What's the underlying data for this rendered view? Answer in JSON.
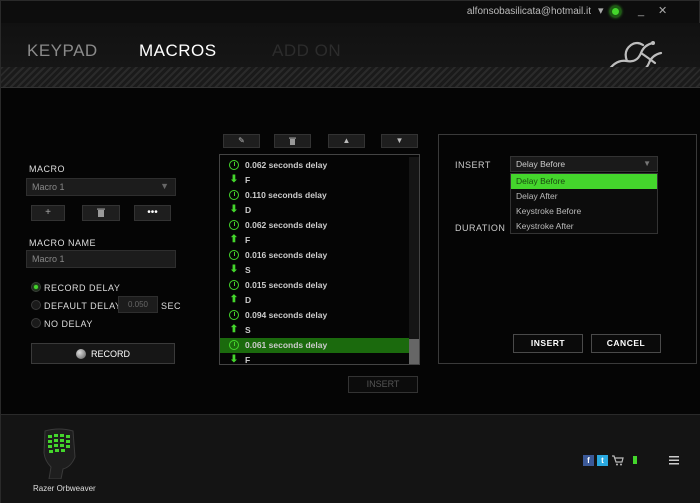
{
  "account": {
    "email": "alfonsobasilicata@hotmail.it"
  },
  "window_controls": {
    "minimize": "_",
    "close": "✕"
  },
  "nav": {
    "tabs": [
      {
        "label": "KEYPAD"
      },
      {
        "label": "MACROS",
        "active": true
      },
      {
        "label": "ADD ON"
      }
    ]
  },
  "macro": {
    "label": "MACRO",
    "selected": "Macro 1",
    "add_symbol": "+",
    "more_symbol": "•••",
    "name_label": "MACRO NAME",
    "name_value": "Macro 1"
  },
  "recording": {
    "options": [
      {
        "label": "RECORD DELAY",
        "selected": true
      },
      {
        "label": "DEFAULT DELAY",
        "selected": false
      },
      {
        "label": "NO DELAY",
        "selected": false
      }
    ],
    "default_delay_value": "0.050",
    "default_delay_unit": "SEC",
    "record_label": "RECORD"
  },
  "events": [
    {
      "type": "delay",
      "text": "0.062 seconds delay"
    },
    {
      "type": "down",
      "text": "F"
    },
    {
      "type": "delay",
      "text": "0.110 seconds delay"
    },
    {
      "type": "down",
      "text": "D"
    },
    {
      "type": "delay",
      "text": "0.062 seconds delay"
    },
    {
      "type": "up",
      "text": "F"
    },
    {
      "type": "delay",
      "text": "0.016 seconds delay"
    },
    {
      "type": "down",
      "text": "S"
    },
    {
      "type": "delay",
      "text": "0.015 seconds delay"
    },
    {
      "type": "up",
      "text": "D"
    },
    {
      "type": "delay",
      "text": "0.094 seconds delay"
    },
    {
      "type": "up",
      "text": "S"
    },
    {
      "type": "delay",
      "text": "0.061 seconds delay",
      "selected": true
    },
    {
      "type": "down",
      "text": "F"
    }
  ],
  "list_insert_label": "INSERT",
  "insert_panel": {
    "insert_label": "INSERT",
    "duration_label": "DURATION",
    "selected": "Delay Before",
    "options": [
      "Delay Before",
      "Delay After",
      "Keystroke Before",
      "Keystroke After"
    ],
    "highlighted_option": 0,
    "insert_button": "INSERT",
    "cancel_button": "CANCEL"
  },
  "device": {
    "name": "Razer Orbweaver"
  },
  "footer_social": {
    "facebook": "f",
    "twitter": "t"
  },
  "colors": {
    "accent": "#44d62c",
    "selected_row": "#1b6a0d"
  }
}
